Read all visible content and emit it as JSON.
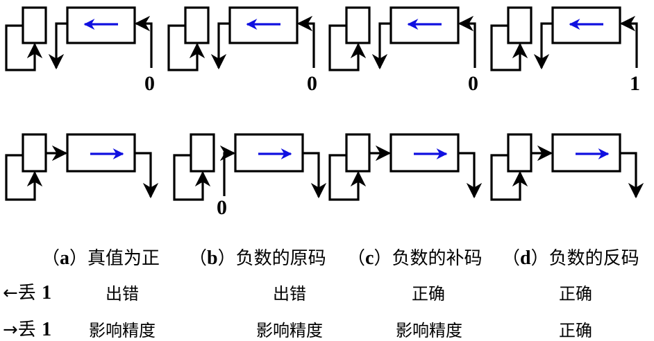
{
  "colors": {
    "line": "#000000",
    "shift_arrow": "#1010e0",
    "background": "#ffffff"
  },
  "diagrams": {
    "left_shift": [
      {
        "id": "a",
        "fill_bit": "0",
        "shift_direction": "left"
      },
      {
        "id": "b",
        "fill_bit": "0",
        "shift_direction": "left"
      },
      {
        "id": "c",
        "fill_bit": "0",
        "shift_direction": "left"
      },
      {
        "id": "d",
        "fill_bit": "1",
        "shift_direction": "left"
      }
    ],
    "right_shift": [
      {
        "id": "a",
        "fill_bit": "",
        "shift_direction": "right"
      },
      {
        "id": "b",
        "fill_bit": "0",
        "shift_direction": "right"
      },
      {
        "id": "c",
        "fill_bit": "",
        "shift_direction": "right"
      },
      {
        "id": "d",
        "fill_bit": "",
        "shift_direction": "right"
      }
    ]
  },
  "captions": [
    {
      "letter": "a",
      "open": "（",
      "close": "）",
      "text": "真值为正"
    },
    {
      "letter": "b",
      "open": "（",
      "close": "）",
      "text": "负数的原码"
    },
    {
      "letter": "c",
      "open": "（",
      "close": "）",
      "text": "负数的补码"
    },
    {
      "letter": "d",
      "open": "（",
      "close": "）",
      "text": "负数的反码"
    }
  ],
  "table": {
    "rows": [
      {
        "arrow": "←",
        "label": "丢",
        "bit": "1",
        "cells": [
          "出错",
          "出错",
          "正确",
          "正确"
        ]
      },
      {
        "arrow": "→",
        "label": "丢",
        "bit": "1",
        "cells": [
          "影响精度",
          "影响精度",
          "影响精度",
          "正确"
        ]
      }
    ]
  }
}
